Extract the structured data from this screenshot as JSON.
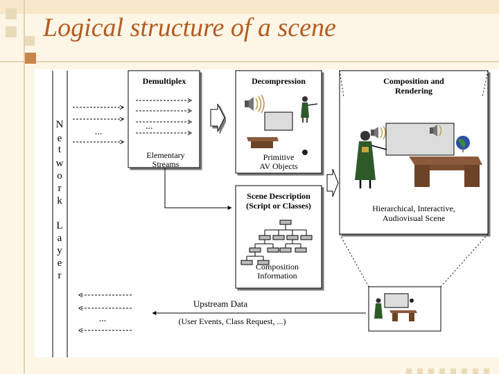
{
  "slide": {
    "title": "Logical structure of a scene"
  },
  "diagram": {
    "network_layer_letters_1": [
      "N",
      "e",
      "t",
      "w",
      "o",
      "r",
      "k"
    ],
    "network_layer_letters_2": [
      "L",
      "a",
      "y",
      "e",
      "r"
    ],
    "demultiplex_label": "Demultiplex",
    "elementary_streams_line1": "Elementary",
    "elementary_streams_line2": "Streams",
    "decompression_label": "Decompression",
    "primitive_av_line1": "Primitive",
    "primitive_av_line2": "AV Objects",
    "scene_description_line1": "Scene Description",
    "scene_description_line2": "(Script or Classes)",
    "composition_info_line1": "Composition",
    "composition_info_line2": "Information",
    "composition_rendering_line1": "Composition and",
    "composition_rendering_line2": "Rendering",
    "scene_caption_line1": "Hierarchical, Interactive,",
    "scene_caption_line2": "Audiovisual Scene",
    "upstream_data_label": "Upstream Data",
    "upstream_detail_label": "(User Events, Class Request, ...)",
    "ellipsis": "...",
    "colors": {
      "title": "#b45b1f",
      "background": "#fdf6e7",
      "accent_square": "#c9864a",
      "desk": "#8b5a3c",
      "presenter": "#2e5a2a"
    }
  }
}
